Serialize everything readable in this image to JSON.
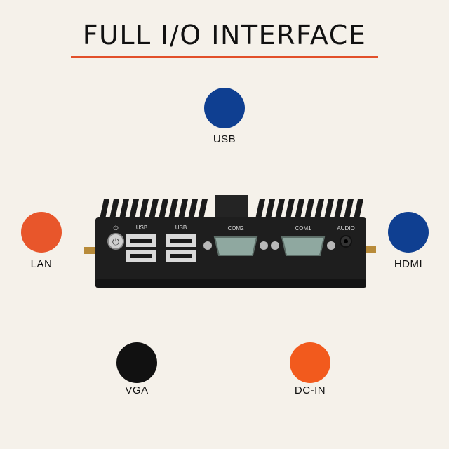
{
  "title": "FULL I/O INTERFACE",
  "legend": [
    {
      "id": "usb",
      "label": "USB",
      "color": "#0f3f91"
    },
    {
      "id": "lan",
      "label": "LAN",
      "color": "#e8562b"
    },
    {
      "id": "hdmi",
      "label": "HDMI",
      "color": "#0f3f91"
    },
    {
      "id": "vga",
      "label": "VGA",
      "color": "#111111"
    },
    {
      "id": "dcin",
      "label": "DC-IN",
      "color": "#f25a1d"
    }
  ],
  "device": {
    "port_labels": {
      "usb_left": "USB",
      "usb_right": "USB",
      "com2": "COM2",
      "com1": "COM1",
      "audio": "AUDIO"
    },
    "power_symbol": "⏻"
  },
  "colors": {
    "accent": "#e2502a",
    "background": "#f5f1ea",
    "device_body": "#1e1e1e"
  }
}
